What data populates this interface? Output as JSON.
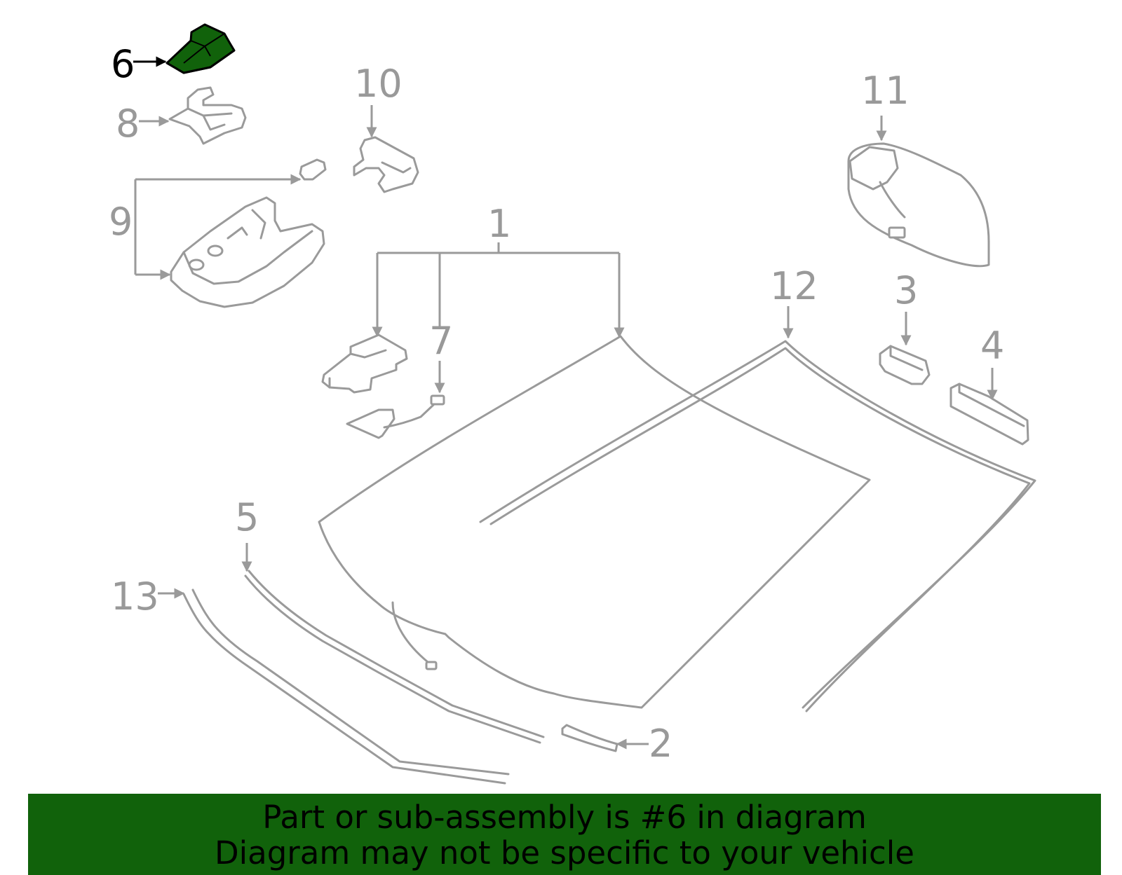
{
  "diagram": {
    "callouts": [
      {
        "id": "6",
        "label": "6",
        "highlighted": true
      },
      {
        "id": "8",
        "label": "8",
        "highlighted": false
      },
      {
        "id": "9",
        "label": "9",
        "highlighted": false
      },
      {
        "id": "10",
        "label": "10",
        "highlighted": false
      },
      {
        "id": "1",
        "label": "1",
        "highlighted": false
      },
      {
        "id": "7",
        "label": "7",
        "highlighted": false
      },
      {
        "id": "11",
        "label": "11",
        "highlighted": false
      },
      {
        "id": "12",
        "label": "12",
        "highlighted": false
      },
      {
        "id": "3",
        "label": "3",
        "highlighted": false
      },
      {
        "id": "4",
        "label": "4",
        "highlighted": false
      },
      {
        "id": "5",
        "label": "5",
        "highlighted": false
      },
      {
        "id": "13",
        "label": "13",
        "highlighted": false
      },
      {
        "id": "2",
        "label": "2",
        "highlighted": false
      }
    ],
    "highlight_color": "#11620b",
    "line_color": "#9a9a9a"
  },
  "banner": {
    "line1": "Part or sub-assembly is #6 in diagram",
    "line2": "Diagram may not be specific to your vehicle",
    "background": "#11620b"
  }
}
